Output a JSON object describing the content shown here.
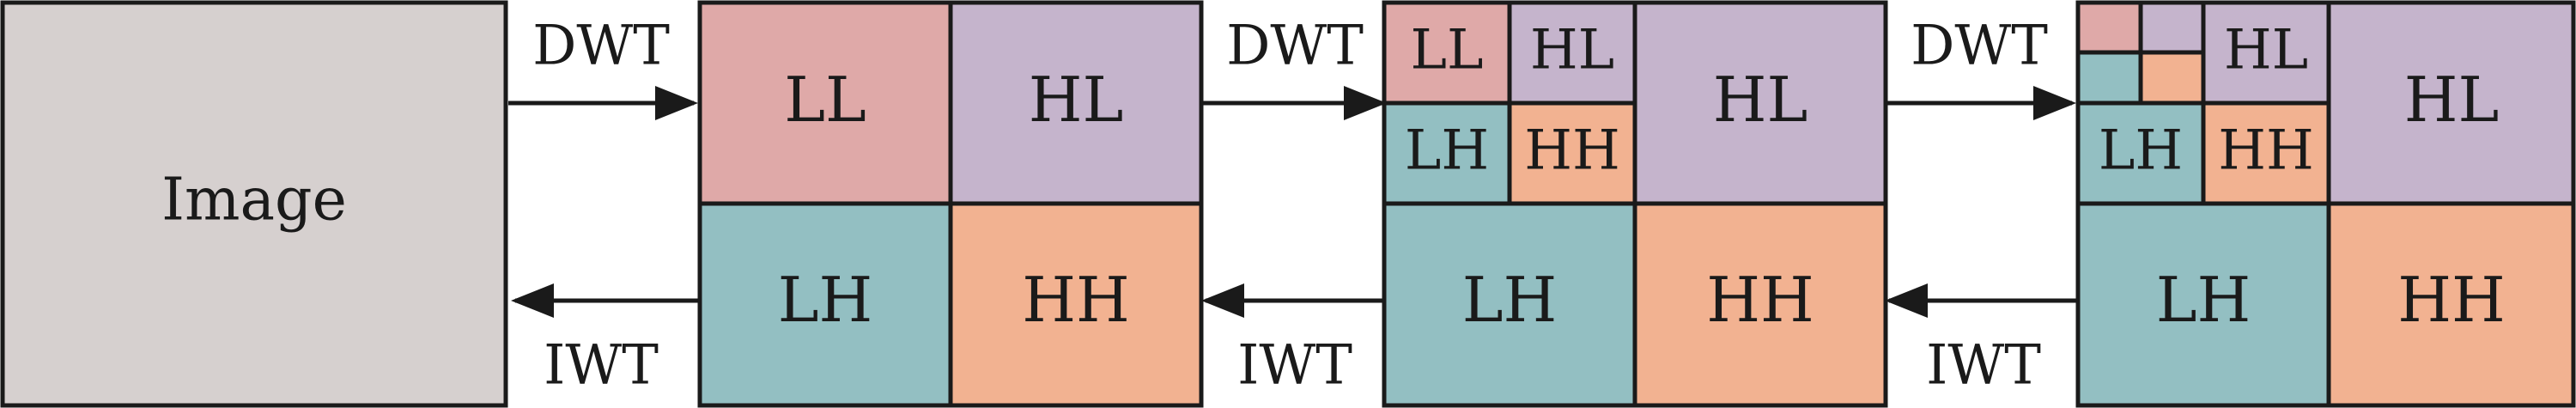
{
  "colors": {
    "image": "#d6d0cf",
    "ll": "#dfa9a8",
    "hl": "#c5b4cc",
    "lh": "#93bfc2",
    "hh": "#f2b291",
    "stroke": "#1a1a1a"
  },
  "image_block": {
    "label": "Image"
  },
  "forward_arrows": [
    {
      "label": "DWT"
    },
    {
      "label": "DWT"
    },
    {
      "label": "DWT"
    }
  ],
  "inverse_arrows": [
    {
      "label": "IWT"
    },
    {
      "label": "IWT"
    },
    {
      "label": "IWT"
    }
  ],
  "level1": {
    "ll": "LL",
    "hl": "HL",
    "lh": "LH",
    "hh": "HH"
  },
  "level2": {
    "ll": "LL",
    "hl_small": "HL",
    "lh_small": "LH",
    "hh_small": "HH",
    "hl": "HL",
    "lh": "LH",
    "hh": "HH"
  },
  "level3": {
    "hl_mid": "HL",
    "lh_mid": "LH",
    "hh_mid": "HH",
    "hl": "HL",
    "lh": "LH",
    "hh": "HH"
  }
}
